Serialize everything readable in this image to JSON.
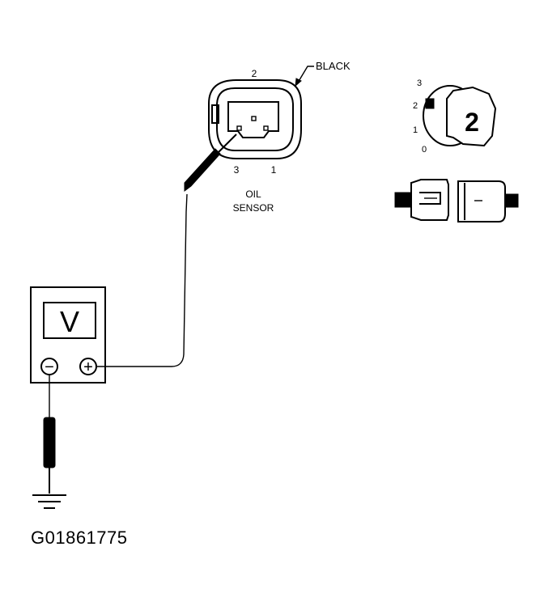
{
  "meter": {
    "display": "V",
    "neg_symbol": "−",
    "pos_symbol": "+"
  },
  "connector": {
    "wire_color_label": "BLACK",
    "pin_top": "2",
    "pin_left": "3",
    "pin_right": "1",
    "sensor_label_line1": "OIL",
    "sensor_label_line2": "SENSOR"
  },
  "ignition": {
    "positions": [
      "3",
      "2",
      "1",
      "0"
    ],
    "key_number": "2"
  },
  "figure_id": "G01861775"
}
